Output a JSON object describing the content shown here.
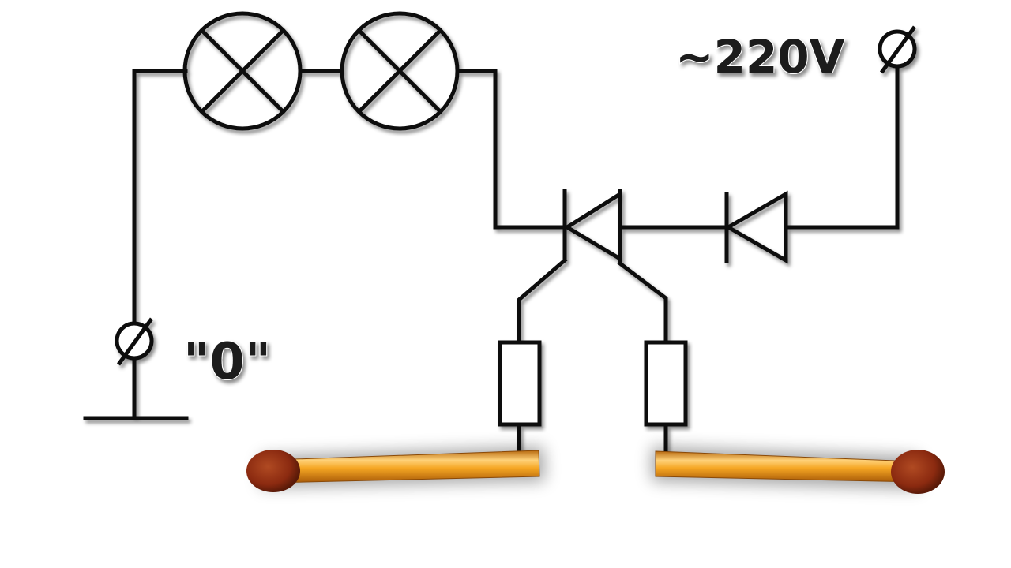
{
  "labels": {
    "voltage": "~220V",
    "zero": "\"0\""
  },
  "colors": {
    "line": "#111111",
    "match_stick": "#f5a623",
    "match_head": "#8b2a10",
    "background": "#ffffff"
  },
  "components": {
    "lamps": 2,
    "thyristor": 1,
    "diode": 1,
    "resistors": 2,
    "terminals": 2,
    "matches": 2
  }
}
